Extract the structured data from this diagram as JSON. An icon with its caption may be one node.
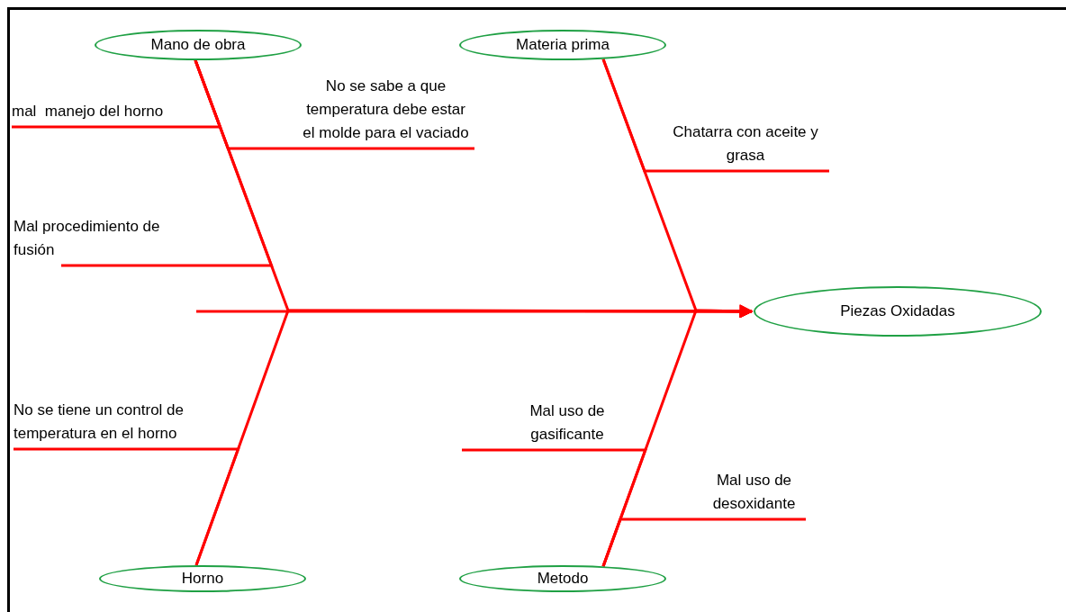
{
  "diagram": {
    "nodes": [
      {
        "text": [
          "Mano de obra"
        ]
      },
      {
        "text": [
          "Materia prima"
        ]
      },
      {
        "text": [
          "mal  manejo del horno"
        ]
      },
      {
        "text": [
          "No se sabe a que temperatura debe estar el molde para el vaciado"
        ]
      },
      {
        "text": [
          "Chatarra con aceite y grasa"
        ]
      },
      {
        "text": [
          "Mal procedimiento de fusión"
        ]
      },
      {
        "text": [
          "Piezas Oxidadas"
        ]
      },
      {
        "text": [
          "No se tiene un control de temperatura en el horno"
        ]
      },
      {
        "text": [
          "Mal uso de gasificante"
        ]
      },
      {
        "text": [
          "Mal uso de desoxidante"
        ]
      },
      {
        "text": [
          "Horno"
        ]
      },
      {
        "text": [
          "Metodo"
        ]
      }
    ],
    "edges": [
      {
        "from": null,
        "to": 6,
        "arrow": "to"
      },
      {
        "from": 0,
        "to": 6,
        "arrow": "to"
      },
      {
        "from": 1,
        "to": 6,
        "arrow": "to"
      },
      {
        "from": 10,
        "to": 6,
        "arrow": "to"
      },
      {
        "from": 11,
        "to": 6,
        "arrow": "to"
      },
      {
        "from": 2,
        "to": 0,
        "arrow": "none"
      },
      {
        "from": 3,
        "to": 0,
        "arrow": "none"
      },
      {
        "from": 5,
        "to": 0,
        "arrow": "none"
      },
      {
        "from": 7,
        "to": 10,
        "arrow": "none"
      },
      {
        "from": 4,
        "to": 1,
        "arrow": "none"
      },
      {
        "from": 8,
        "to": 11,
        "arrow": "none"
      },
      {
        "from": 9,
        "to": 11,
        "arrow": "none"
      }
    ]
  }
}
